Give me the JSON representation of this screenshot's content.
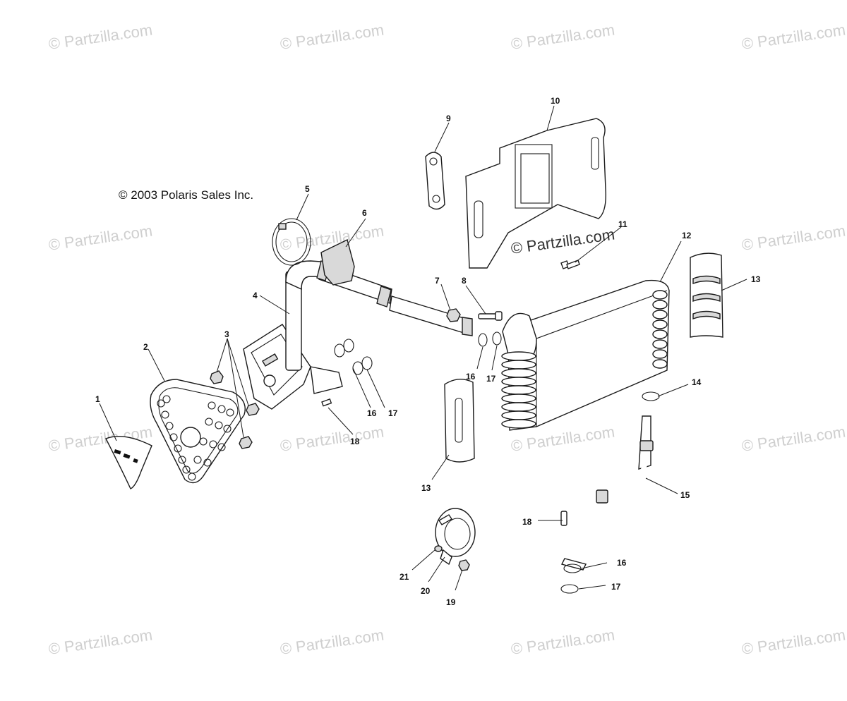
{
  "copyright": "© 2003 Polaris Sales Inc.",
  "watermark": "© Partzilla.com",
  "callouts": [
    "1",
    "2",
    "3",
    "4",
    "5",
    "6",
    "7",
    "8",
    "9",
    "10",
    "11",
    "12",
    "13",
    "13",
    "14",
    "15",
    "16",
    "16",
    "16",
    "17",
    "17",
    "17",
    "18",
    "18",
    "19",
    "20",
    "21"
  ]
}
